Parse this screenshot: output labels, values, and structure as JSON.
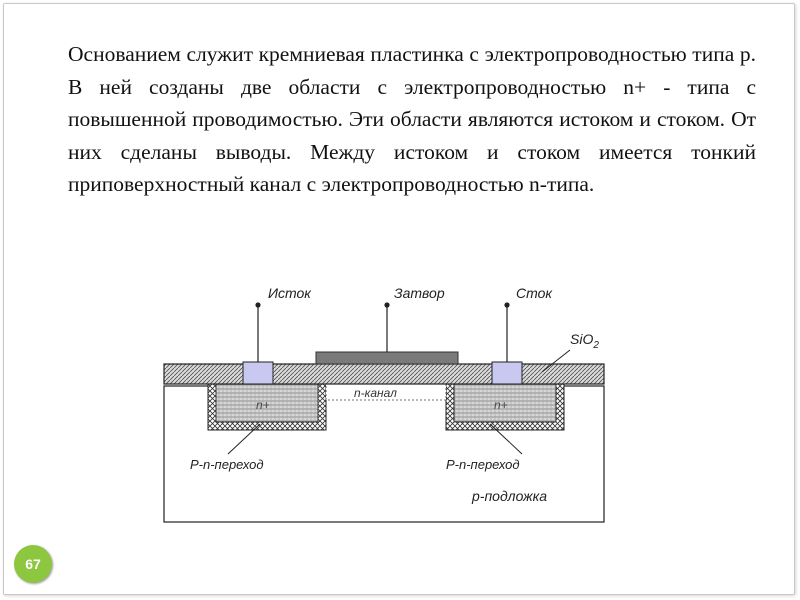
{
  "slide": {
    "paragraph": "Основанием служит кремниевая пластинка с электропроводностью типа p. В ней созданы две области с электропроводностью n+ - типа с повышенной проводимостью. Эти области являются истоком и стоком. От них сделаны выводы. Между истоком и стоком имеется тонкий приповерхностный канал с электропроводностью n-типа.",
    "page_number": "67"
  },
  "diagram": {
    "source_label": "Исток",
    "gate_label": "Затвор",
    "drain_label": "Сток",
    "oxide_label": "SiO",
    "oxide_subscript": "2",
    "left_region": "n+",
    "right_region": "n+",
    "channel_label": "n-канал",
    "left_junction": "P-n-переход",
    "right_junction": "P-n-переход",
    "substrate_label": "p-подложка"
  },
  "colors": {
    "accent": "#8dc63f",
    "contact_fill": "#c8c8f0",
    "gate_fill": "#7a7a7a"
  }
}
